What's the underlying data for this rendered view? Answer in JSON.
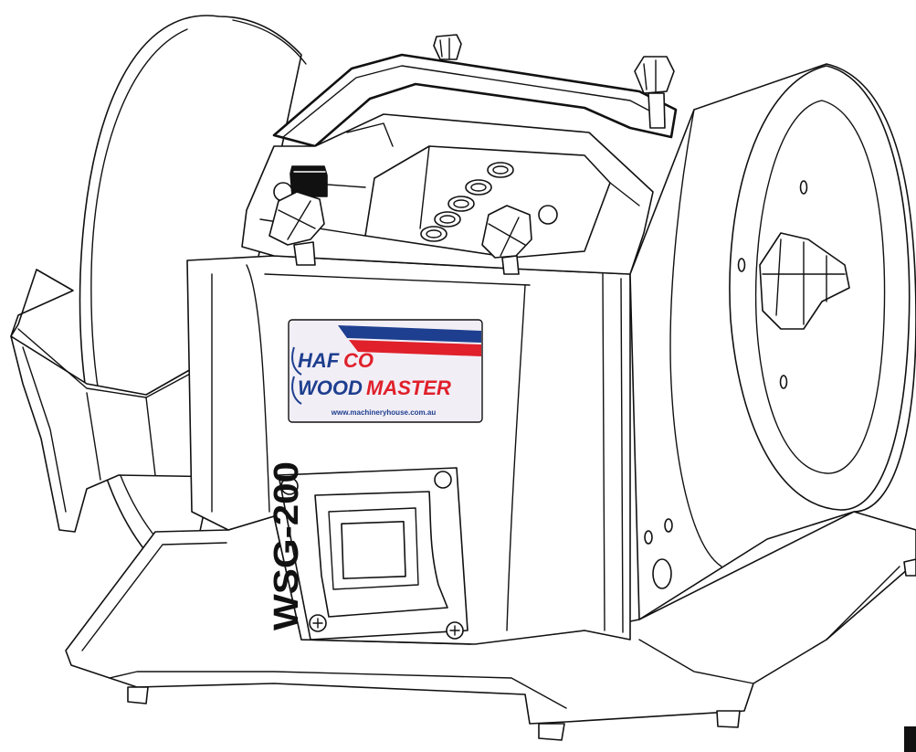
{
  "label": {
    "brand_line1_a": "HAF",
    "brand_line1_b": "CO",
    "brand_line2_a": "WOOD",
    "brand_line2_b": "MASTER",
    "website": "www.machineryhouse.com.au"
  },
  "model": "WSG-200",
  "colors": {
    "line": "#111111",
    "brand_blue": "#1e3f8f",
    "brand_red": "#e0202a",
    "label_bg": "#f2eef6"
  }
}
